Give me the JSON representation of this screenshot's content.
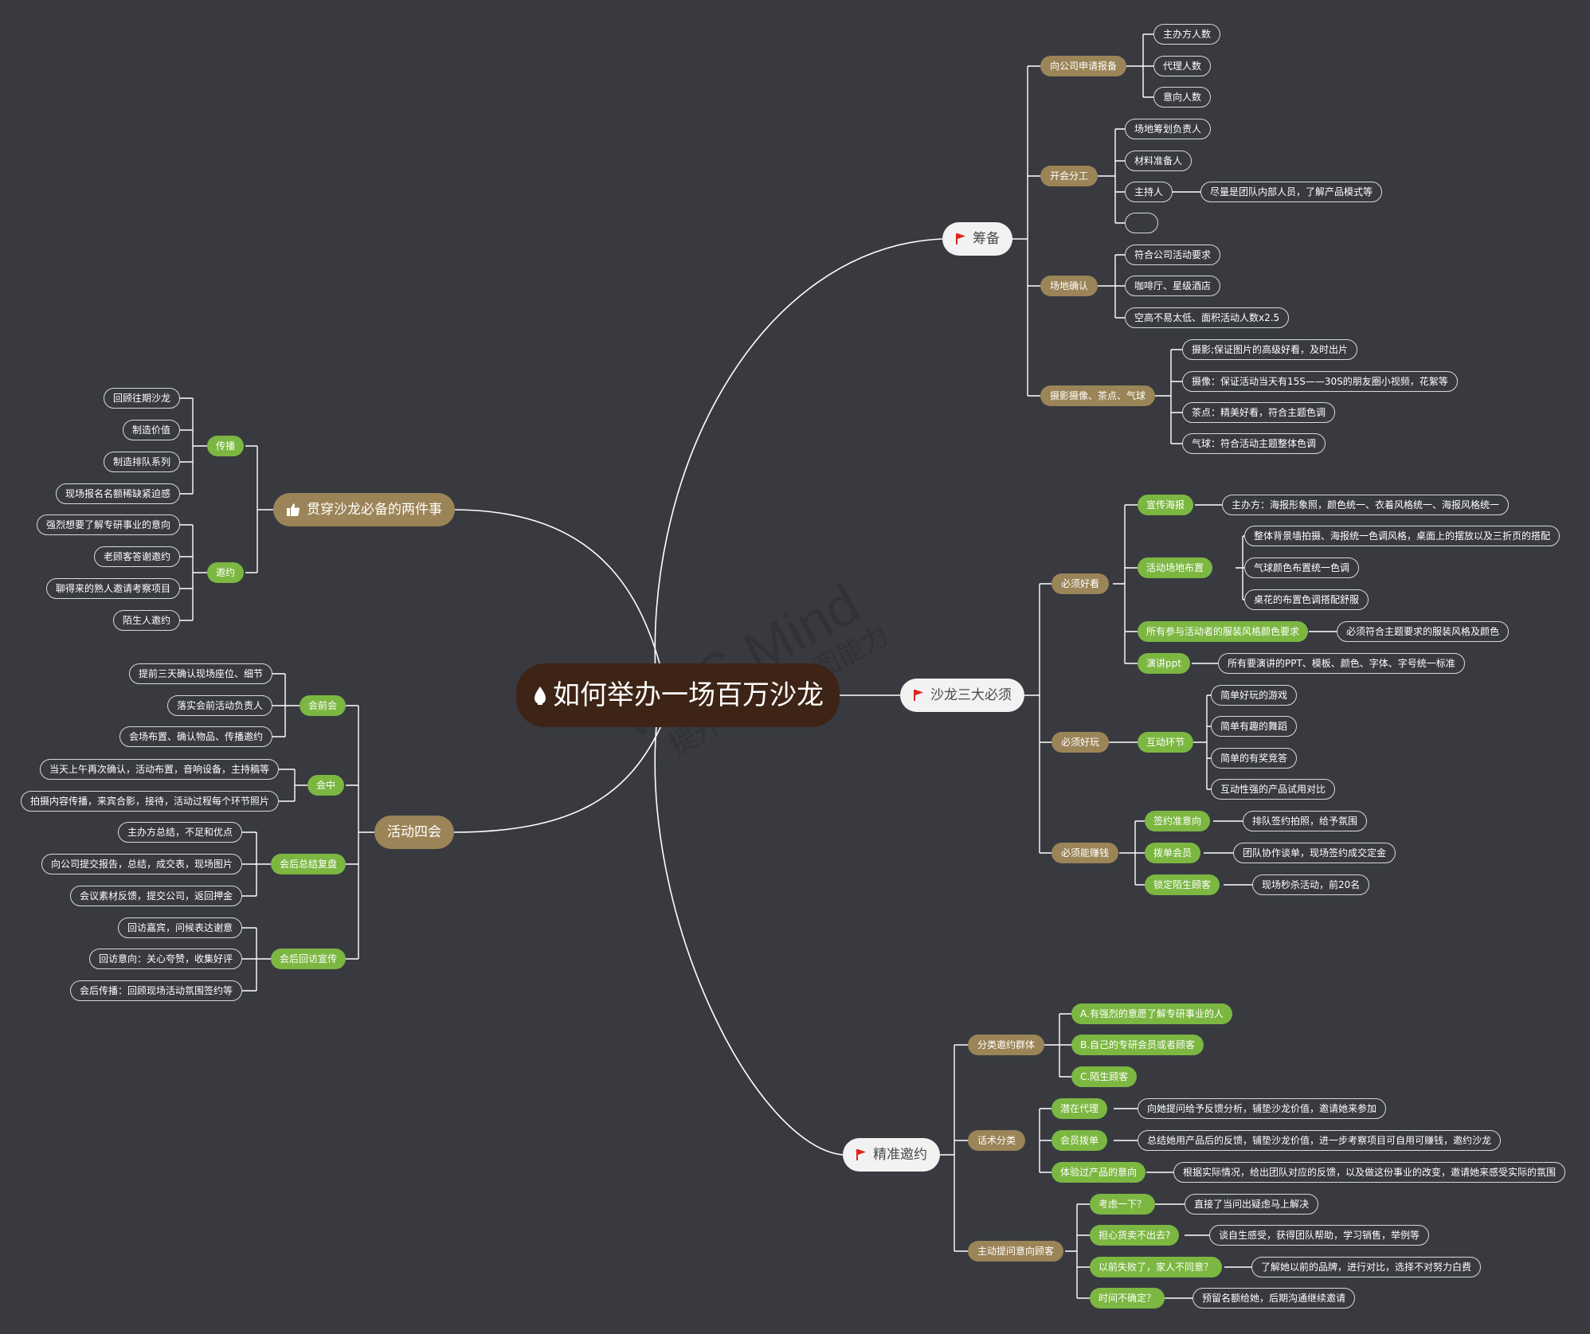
{
  "root": {
    "label": "如何举办一场百万沙龙"
  },
  "watermark": {
    "line1": "WPS Mind",
    "line2": "提升你的制作图能力"
  },
  "branches": {
    "prep": {
      "label": "筹备",
      "g1": {
        "label": "向公司申请报备",
        "items": [
          "主办方人数",
          "代理人数",
          "意向人数"
        ]
      },
      "g2": {
        "label": "开会分工",
        "items": [
          "场地筹划负责人",
          "材料准备人",
          "主持人",
          ""
        ],
        "note": "尽量是团队内部人员，了解产品模式等"
      },
      "g3": {
        "label": "场地确认",
        "items": [
          "符合公司活动要求",
          "咖啡厅、星级酒店",
          "空高不易太低、面积活动人数x2.5"
        ]
      },
      "g4": {
        "label": "摄影摄像、茶点、气球",
        "items": [
          "摄影;保证图片的高级好看，及时出片",
          "摄像：保证活动当天有15S——30S的朋友圈小视频，花絮等",
          "茶点：精美好看，符合主题色调",
          "气球：符合活动主题整体色调"
        ]
      }
    },
    "must": {
      "label": "沙龙三大必须",
      "look": {
        "label": "必须好看",
        "poster": {
          "label": "宣传海报",
          "note": "主办方：海报形象照，颜色统一、衣着风格统一、海报风格统一"
        },
        "venue": {
          "label": "活动场地布置",
          "items": [
            "整体背景墙拍摄、海报统一色调风格，桌面上的摆放以及三折页的搭配",
            "气球颜色布置统一色调",
            "桌花的布置色调搭配舒服"
          ]
        },
        "dress": {
          "label": "所有参与活动者的服装风格颜色要求",
          "note": "必须符合主题要求的服装风格及颜色"
        },
        "ppt": {
          "label": "演讲ppt",
          "note": "所有要演讲的PPT、模板、颜色、字体、字号统一标准"
        }
      },
      "fun": {
        "label": "必须好玩",
        "interact": {
          "label": "互动环节",
          "items": [
            "简单好玩的游戏",
            "简单有趣的舞蹈",
            "简单的有奖竞答",
            "互动性强的产品试用对比"
          ]
        }
      },
      "money": {
        "label": "必须能赚钱",
        "items": [
          {
            "label": "签约准意向",
            "note": "排队签约拍照，给予氛围"
          },
          {
            "label": "拨单会员",
            "note": "团队协作谈单，现场签约成交定金"
          },
          {
            "label": "锁定陌生顾客",
            "note": "现场秒杀活动，前20名"
          }
        ]
      }
    },
    "invite": {
      "label": "精准邀约",
      "classify": {
        "label": "分类邀约群体",
        "items": [
          "A.有强烈的意愿了解专研事业的人",
          "B.自己的专研会员或者顾客",
          "C.陌生顾客"
        ]
      },
      "talk": {
        "label": "话术分类",
        "items": [
          {
            "label": "潜在代理",
            "note": "向她提问给予反馈分析，铺垫沙龙价值，邀请她来参加"
          },
          {
            "label": "会员拨单",
            "note": "总结她用产品后的反馈，铺垫沙龙价值，进一步考察项目可自用可赚钱，邀约沙龙"
          },
          {
            "label": "体验过产品的意向",
            "note": "根据实际情况，给出团队对应的反馈，以及做这份事业的改变，邀请她来感受实际的氛围"
          }
        ]
      },
      "ask": {
        "label": "主动提问意向顾客",
        "items": [
          {
            "label": "考虑一下？",
            "note": "直接了当问出疑虑马上解决"
          },
          {
            "label": "担心货卖不出去?",
            "note": "谈自生感受，获得团队帮助，学习销售，举例等"
          },
          {
            "label": "以前失败了，家人不同意？",
            "note": "了解她以前的品牌，进行对比，选择不对努力白费"
          },
          {
            "label": "时间不确定？",
            "note": "预留名额给她，后期沟通继续邀请"
          }
        ]
      }
    },
    "two": {
      "label": "贯穿沙龙必备的两件事",
      "spread": {
        "label": "传播",
        "items": [
          "回顾往期沙龙",
          "制造价值",
          "制造排队系列",
          "现场报名名额稀缺紧迫感"
        ]
      },
      "invite": {
        "label": "邀约",
        "items": [
          "强烈想要了解专研事业的意向",
          "老顾客答谢邀约",
          "聊得来的熟人邀请考察项目",
          "陌生人邀约"
        ]
      }
    },
    "meet": {
      "label": "活动四会",
      "before": {
        "label": "会前会",
        "items": [
          "提前三天确认现场座位、细节",
          "落实会前活动负责人",
          "会场布置、确认物品、传播邀约"
        ]
      },
      "during": {
        "label": "会中",
        "items": [
          "当天上午再次确认，活动布置，音响设备，主持稿等",
          "拍摄内容传播，来宾合影，接待，活动过程每个环节照片"
        ]
      },
      "review": {
        "label": "会后总结复盘",
        "items": [
          "主办方总结，不足和优点",
          "向公司提交报告，总结，成交表，现场图片",
          "会议素材反馈，提交公司，返回押金"
        ]
      },
      "visit": {
        "label": "会后回访宣传",
        "items": [
          "回访嘉宾，问候表达谢意",
          "回访意向：关心夸赞，收集好评",
          "会后传播：回顾现场活动氛围签约等"
        ]
      }
    }
  }
}
